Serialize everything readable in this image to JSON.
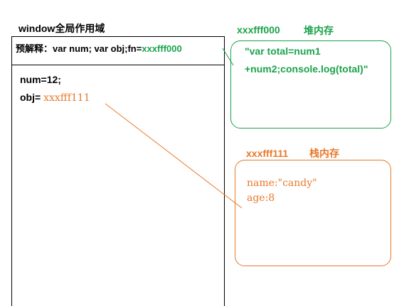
{
  "window_scope": {
    "title": "window全局作用域",
    "preparse_text": "预解释：var num; var obj;fn=",
    "preparse_addr": "xxxfff000",
    "num_line": "num=12;",
    "obj_label": "obj=",
    "obj_addr": "xxxfff111"
  },
  "heap_function": {
    "addr": "xxxfff000",
    "label": "堆内存",
    "code_line1": "\"var total=num1",
    "code_line2": "+num2;console.log(total)\""
  },
  "heap_object": {
    "addr": "xxxfff111",
    "label": "栈内存",
    "prop1": "name:\"candy\"",
    "prop2": "age:8"
  },
  "colors": {
    "function_green": "#1aa34a",
    "object_orange": "#e8782a"
  }
}
